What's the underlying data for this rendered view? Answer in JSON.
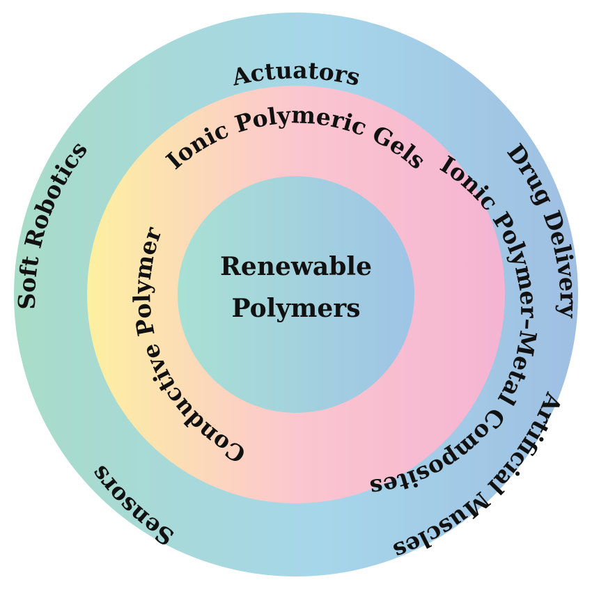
{
  "center": {
    "line1": "Renewable",
    "line2": "Polymers"
  },
  "middle_ring": {
    "top": "Ionic Polymeric Gels",
    "right": "Ionic Polymer–Metal Composites",
    "left": "Conductive Polymers"
  },
  "outer_ring": {
    "top": "Actuators",
    "right": "Drug Delivery",
    "bottom_right": "Artificial Muscles",
    "bottom_left": "Sensors",
    "left": "Soft Robotics"
  },
  "colors": {
    "outer_left": "#a9dcc8",
    "outer_mid": "#a6d6ea",
    "outer_right": "#9fbfe2",
    "middle_left": "#fdf0a0",
    "middle_mid": "#fbc6cf",
    "middle_right": "#f4b4d2",
    "inner_left": "#a9e0d4",
    "inner_right": "#9ec4e6",
    "text": "#111111"
  }
}
